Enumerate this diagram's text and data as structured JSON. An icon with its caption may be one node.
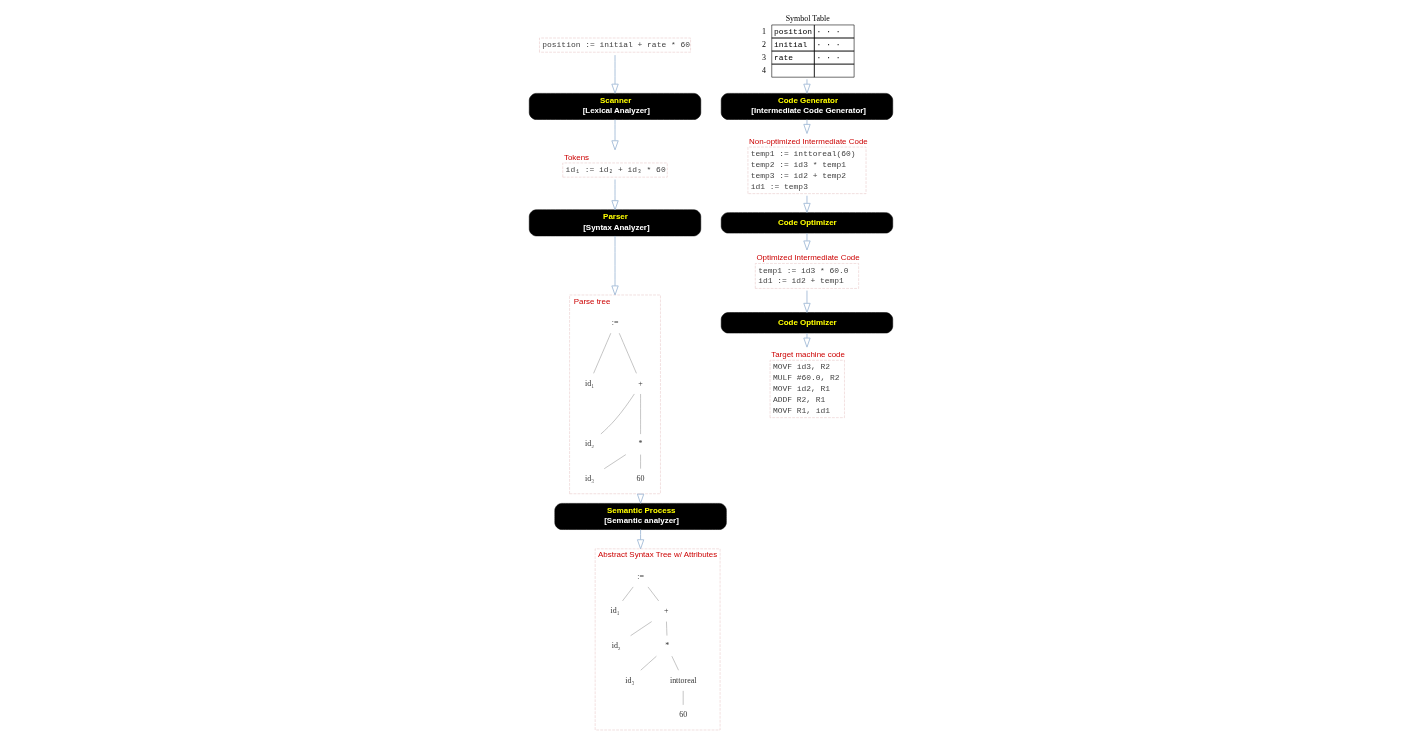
{
  "diagram": {
    "nodes": [
      {
        "text": [
          "position := initial + rate * 60"
        ]
      },
      {
        "text": [
          "Scanner",
          "[Lexical Analyzer]"
        ]
      },
      {
        "text": [
          "id₁ := id₂ + id₃ * 60"
        ],
        "beside": [
          "Tokens"
        ]
      },
      {
        "text": [
          "Parser",
          "[Syntax Analyzer]"
        ]
      },
      {
        "text": [],
        "shape": "box",
        "beside": [
          "Parse tree"
        ]
      },
      {
        "text": [
          ":="
        ],
        "in": 4
      },
      {
        "text": [
          "id₁"
        ],
        "in": 4
      },
      {
        "text": [
          "+"
        ],
        "in": 4
      },
      {
        "text": [
          "id₂"
        ],
        "in": 4
      },
      {
        "text": [
          "*"
        ],
        "in": 4
      },
      {
        "text": [
          "id₃"
        ],
        "in": 4
      },
      {
        "text": [
          "60"
        ],
        "in": 4
      },
      {
        "text": [
          "Semantic Process",
          "[Semantic analyzer]"
        ]
      },
      {
        "text": [],
        "shape": "box",
        "beside": [
          "Abstract Syntax Tree w/ Attributes"
        ]
      },
      {
        "text": [
          ":="
        ],
        "in": 13
      },
      {
        "text": [
          "id₁"
        ],
        "in": 13
      },
      {
        "text": [
          "+"
        ],
        "in": 13
      },
      {
        "text": [
          "id₂"
        ],
        "in": 13
      },
      {
        "text": [
          "*"
        ],
        "in": 13
      },
      {
        "text": [
          "id₃"
        ],
        "in": 13
      },
      {
        "text": [
          "inttoreal"
        ],
        "in": 13
      },
      {
        "text": [
          "60"
        ],
        "in": 13
      },
      {
        "text": [
          "Symbol Table",
          "1",
          "position",
          "· · ·",
          "2",
          "initial",
          "· · ·",
          "3",
          "rate",
          "· · ·",
          "4"
        ]
      },
      {
        "text": [
          "Code Generator",
          "[Intermediate Code Generator]"
        ]
      },
      {
        "text": [
          "temp1 := inttoreal(60)",
          "temp2 := id3 * temp1",
          "temp3 := id2 + temp2",
          "id1 := temp3"
        ],
        "beside": [
          "Non-optimized Intermediate Code"
        ]
      },
      {
        "text": [
          "Code Optimizer"
        ]
      },
      {
        "text": [
          "temp1 := id3 * 60.0",
          "id1 := id2 + temp1"
        ],
        "beside": [
          "Optimized Intermediate Code"
        ]
      },
      {
        "text": [
          "Code Optimizer"
        ]
      },
      {
        "text": [
          "MOVF id3, R2",
          "MULF #60.0, R2",
          "MOVF id2, R1",
          "ADDF R2, R1",
          "MOVF R1, id1"
        ],
        "beside": [
          "Target machine code"
        ]
      }
    ],
    "edges": [
      {
        "from": 0,
        "to": 1,
        "arrow": "to",
        "color": "#9db7d5"
      },
      {
        "from": 1,
        "to": 2,
        "arrow": "to",
        "color": "#9db7d5"
      },
      {
        "from": 2,
        "to": 3,
        "arrow": "to",
        "color": "#9db7d5"
      },
      {
        "from": 3,
        "to": 4,
        "arrow": "to",
        "color": "#9db7d5"
      },
      {
        "from": 4,
        "to": 12,
        "arrow": "to",
        "color": "#9db7d5"
      },
      {
        "from": 12,
        "to": 13,
        "arrow": "to",
        "color": "#9db7d5"
      },
      {
        "from": 5,
        "to": 6,
        "arrow": "none"
      },
      {
        "from": 5,
        "to": 7,
        "arrow": "none"
      },
      {
        "from": 7,
        "to": 8,
        "arrow": "none"
      },
      {
        "from": 7,
        "to": 9,
        "arrow": "none"
      },
      {
        "from": 9,
        "to": 10,
        "arrow": "none"
      },
      {
        "from": 9,
        "to": 11,
        "arrow": "none"
      },
      {
        "from": 14,
        "to": 15,
        "arrow": "none"
      },
      {
        "from": 14,
        "to": 16,
        "arrow": "none"
      },
      {
        "from": 16,
        "to": 17,
        "arrow": "none"
      },
      {
        "from": 16,
        "to": 18,
        "arrow": "none"
      },
      {
        "from": 18,
        "to": 19,
        "arrow": "none"
      },
      {
        "from": 18,
        "to": 20,
        "arrow": "none"
      },
      {
        "from": 20,
        "to": 21,
        "arrow": "none"
      },
      {
        "from": 22,
        "to": 23,
        "arrow": "to",
        "color": "#9db7d5"
      },
      {
        "from": 23,
        "to": 24,
        "arrow": "to",
        "color": "#9db7d5"
      },
      {
        "from": 24,
        "to": 25,
        "arrow": "to",
        "color": "#9db7d5"
      },
      {
        "from": 25,
        "to": 26,
        "arrow": "to",
        "color": "#9db7d5"
      },
      {
        "from": 26,
        "to": 27,
        "arrow": "to",
        "color": "#9db7d5"
      },
      {
        "from": 27,
        "to": 28,
        "arrow": "to",
        "color": "#9db7d5"
      }
    ]
  }
}
